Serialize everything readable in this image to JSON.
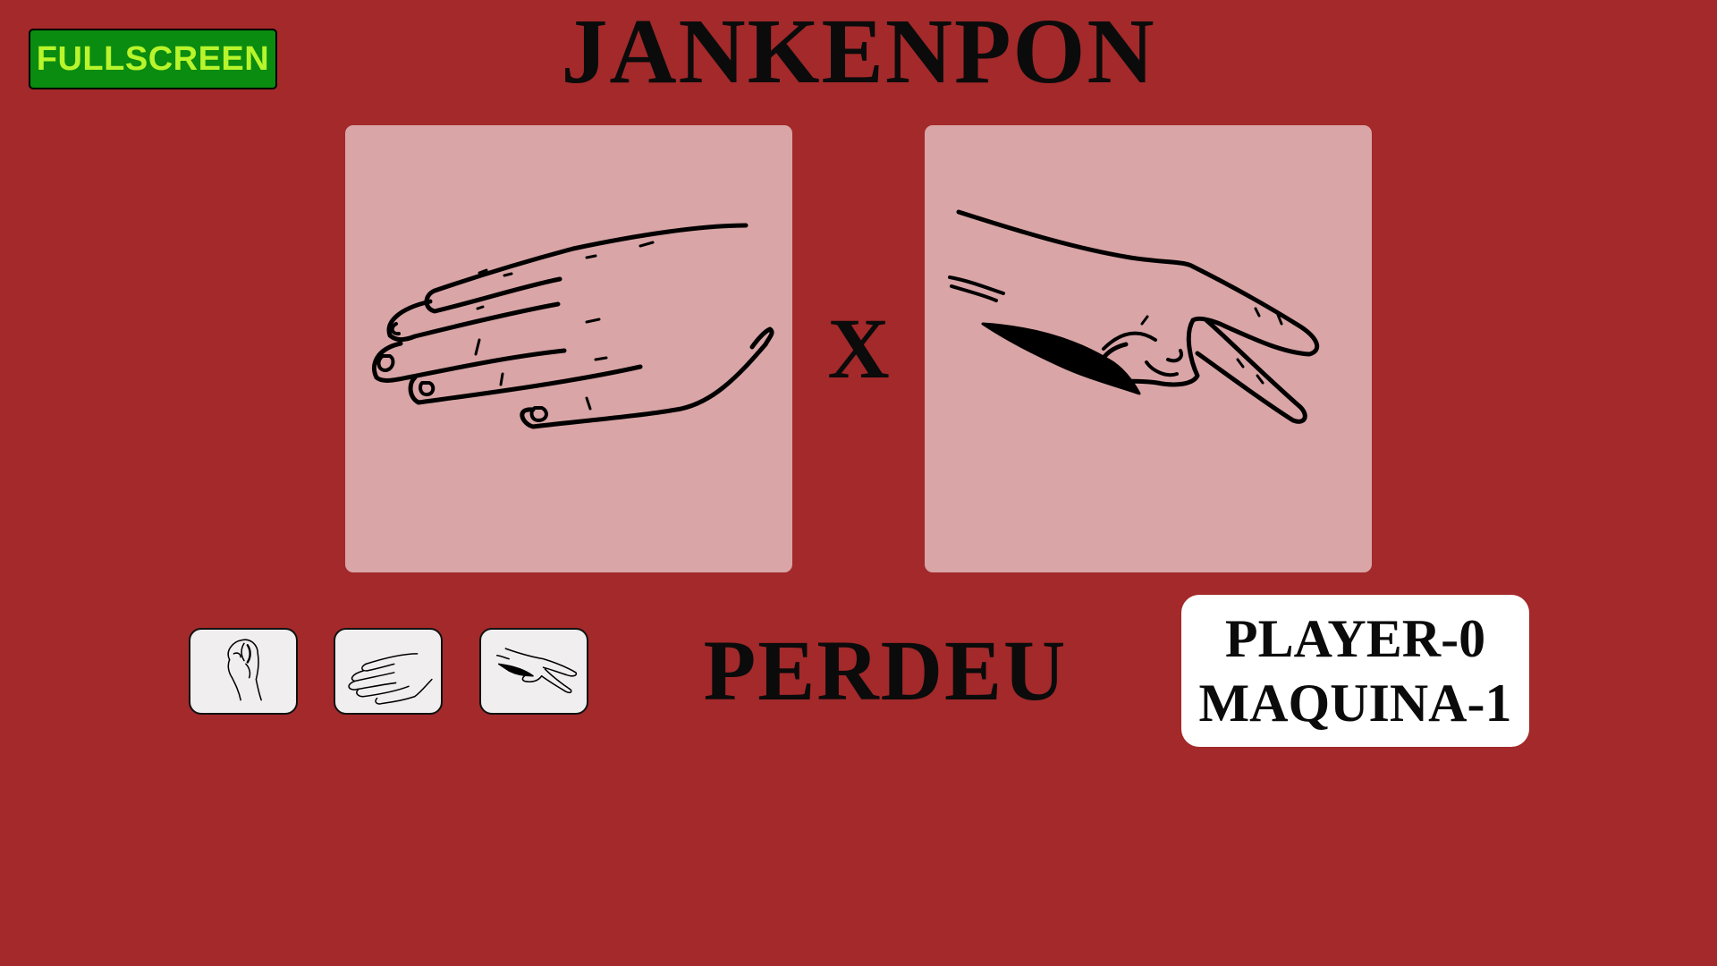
{
  "fullscreen_label": "FULLSCREEN",
  "title": "JANKENPON",
  "versus": "X",
  "player_choice": "paper",
  "machine_choice": "scissors",
  "choices": [
    {
      "id": "rock",
      "icon": "rock-hand-icon"
    },
    {
      "id": "paper",
      "icon": "paper-hand-icon"
    },
    {
      "id": "scissors",
      "icon": "scissors-hand-icon"
    }
  ],
  "result": "PERDEU",
  "score": {
    "player": "PLAYER-0",
    "machine": "MAQUINA-1"
  },
  "colors": {
    "background": "#a3292a",
    "panel": "#d9a5a6",
    "fullscreen_bg": "#0a8c10",
    "fullscreen_text": "#b8f52c"
  }
}
